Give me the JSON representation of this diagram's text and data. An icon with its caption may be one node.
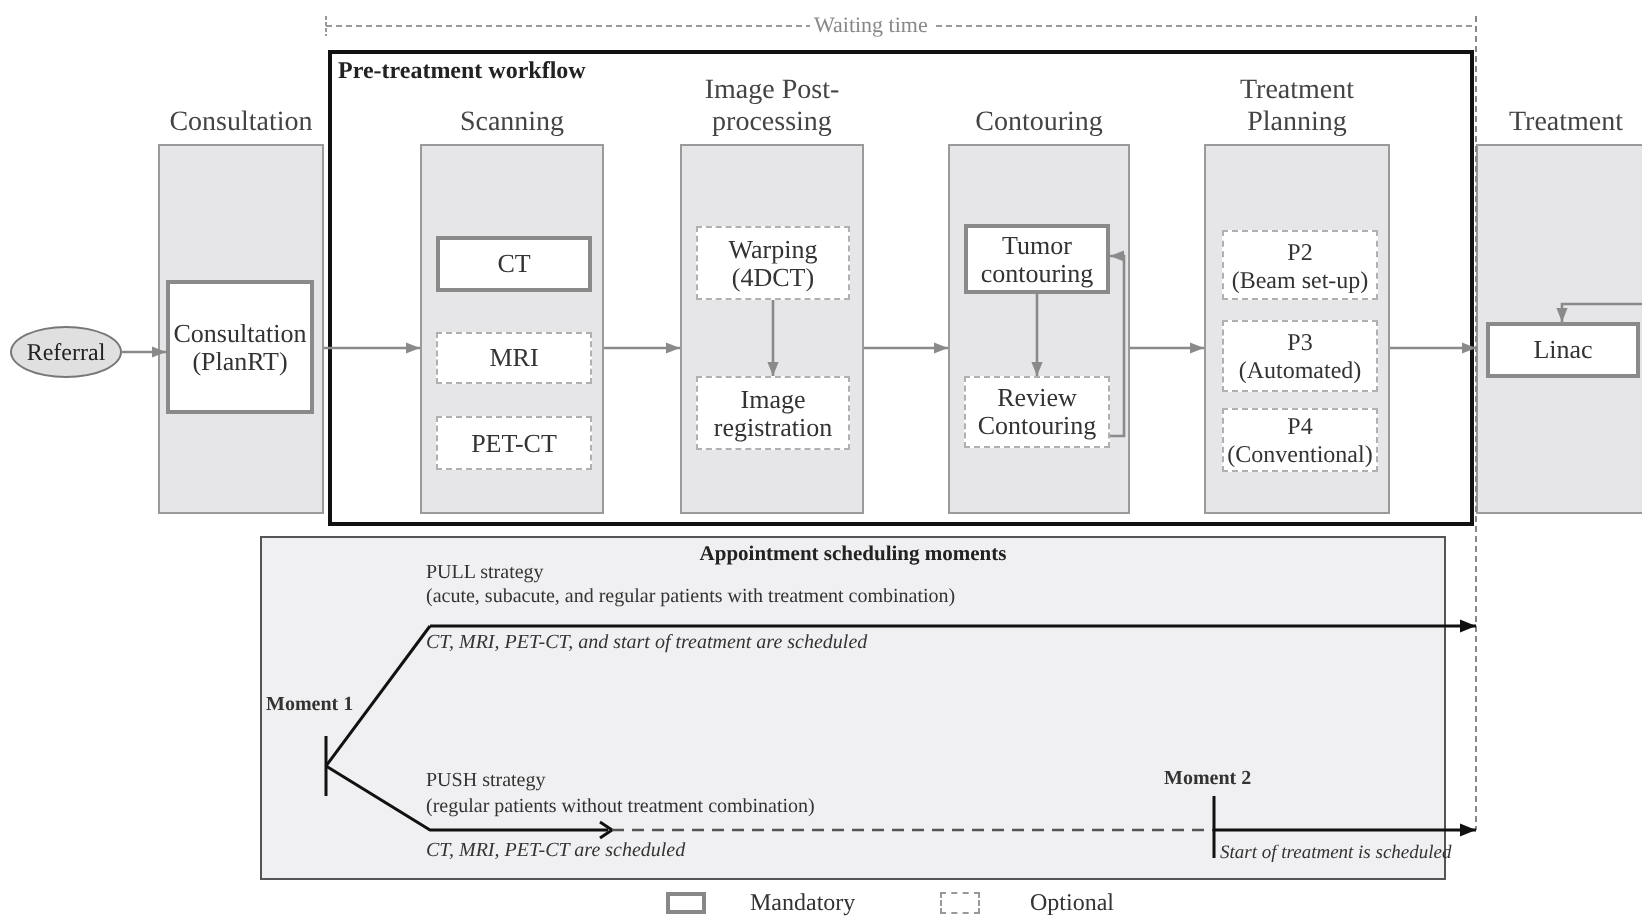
{
  "diagram": {
    "nodes": [
      {
        "text": [
          "Referral"
        ]
      },
      {
        "text": [
          "Consultation"
        ]
      },
      {
        "text": [
          "Consultation (PlanRT)"
        ],
        "in": 1
      },
      {
        "text": [
          "Pre-treatment workflow"
        ]
      },
      {
        "text": [
          "Scanning"
        ],
        "in": 3
      },
      {
        "text": [
          "CT"
        ],
        "in": 4
      },
      {
        "text": [
          "MRI"
        ],
        "in": 4
      },
      {
        "text": [
          "PET-CT"
        ],
        "in": 4
      },
      {
        "text": [
          "Image Post-processing"
        ],
        "in": 3
      },
      {
        "text": [
          "Warping (4DCT)"
        ],
        "in": 8
      },
      {
        "text": [
          "Image registration"
        ],
        "in": 8
      },
      {
        "text": [
          "Contouring"
        ],
        "in": 3
      },
      {
        "text": [
          "Tumor contouring"
        ],
        "in": 11
      },
      {
        "text": [
          "Review Contouring"
        ],
        "in": 11
      },
      {
        "text": [
          "Treatment Planning"
        ],
        "in": 3
      },
      {
        "text": [
          "P2",
          "(Beam set-up)"
        ],
        "in": 14
      },
      {
        "text": [
          "P3",
          "(Automated)"
        ],
        "in": 14
      },
      {
        "text": [
          "P4",
          "(Conventional)"
        ],
        "in": 14
      },
      {
        "text": [
          "Treatment"
        ]
      },
      {
        "text": [
          "Linac"
        ],
        "in": 18
      },
      {
        "text": [
          "Appointment scheduling moments"
        ]
      }
    ],
    "edges": [
      {
        "from": 0,
        "to": 2,
        "arrow": "to"
      },
      {
        "from": 1,
        "to": 4,
        "arrow": "to"
      },
      {
        "from": 4,
        "to": 8,
        "arrow": "to"
      },
      {
        "from": 8,
        "to": 11,
        "arrow": "to"
      },
      {
        "from": 11,
        "to": 14,
        "arrow": "to"
      },
      {
        "from": 14,
        "to": 18,
        "arrow": "to"
      },
      {
        "from": 9,
        "to": 10,
        "arrow": "to"
      },
      {
        "from": 12,
        "to": 13,
        "arrow": "to"
      },
      {
        "from": 13,
        "to": 12,
        "arrow": "to"
      },
      {
        "from": null,
        "to": 19,
        "arrow": "to"
      }
    ],
    "labels": [
      "Waiting time",
      "PULL strategy",
      "(acute, subacute, and regular patients with treatment combination)",
      "CT, MRI, PET-CT, and start of treatment are scheduled",
      "Moment 1",
      "PUSH strategy",
      "(regular patients without treatment combination)",
      "Moment 2",
      "CT, MRI, PET-CT are scheduled",
      "Start of treatment is scheduled"
    ],
    "legend": [
      {
        "text": "Mandatory"
      },
      {
        "text": "Optional"
      }
    ]
  }
}
